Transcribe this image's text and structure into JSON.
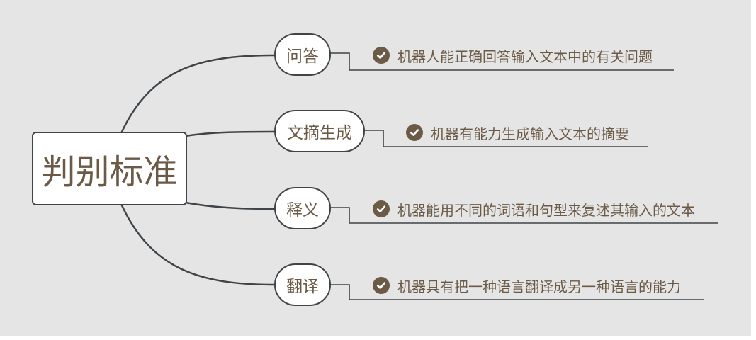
{
  "root": {
    "title": "判别标准"
  },
  "topics": [
    {
      "label": "问答",
      "detail": "机器人能正确回答输入文本中的有关问题"
    },
    {
      "label": "文摘生成",
      "detail": "机器有能力生成输入文本的摘要"
    },
    {
      "label": "释义",
      "detail": "机器能用不同的词语和句型来复述其输入的文本"
    },
    {
      "label": "翻译",
      "detail": "机器具有把一种语言翻译成另一种语言的能力"
    }
  ],
  "icons": {
    "detail_marker": "check-circle-icon"
  },
  "colors": {
    "background": "#e5e5e5",
    "text": "#6b5a46",
    "line": "#3f4448",
    "node_fill": "#ffffff"
  }
}
